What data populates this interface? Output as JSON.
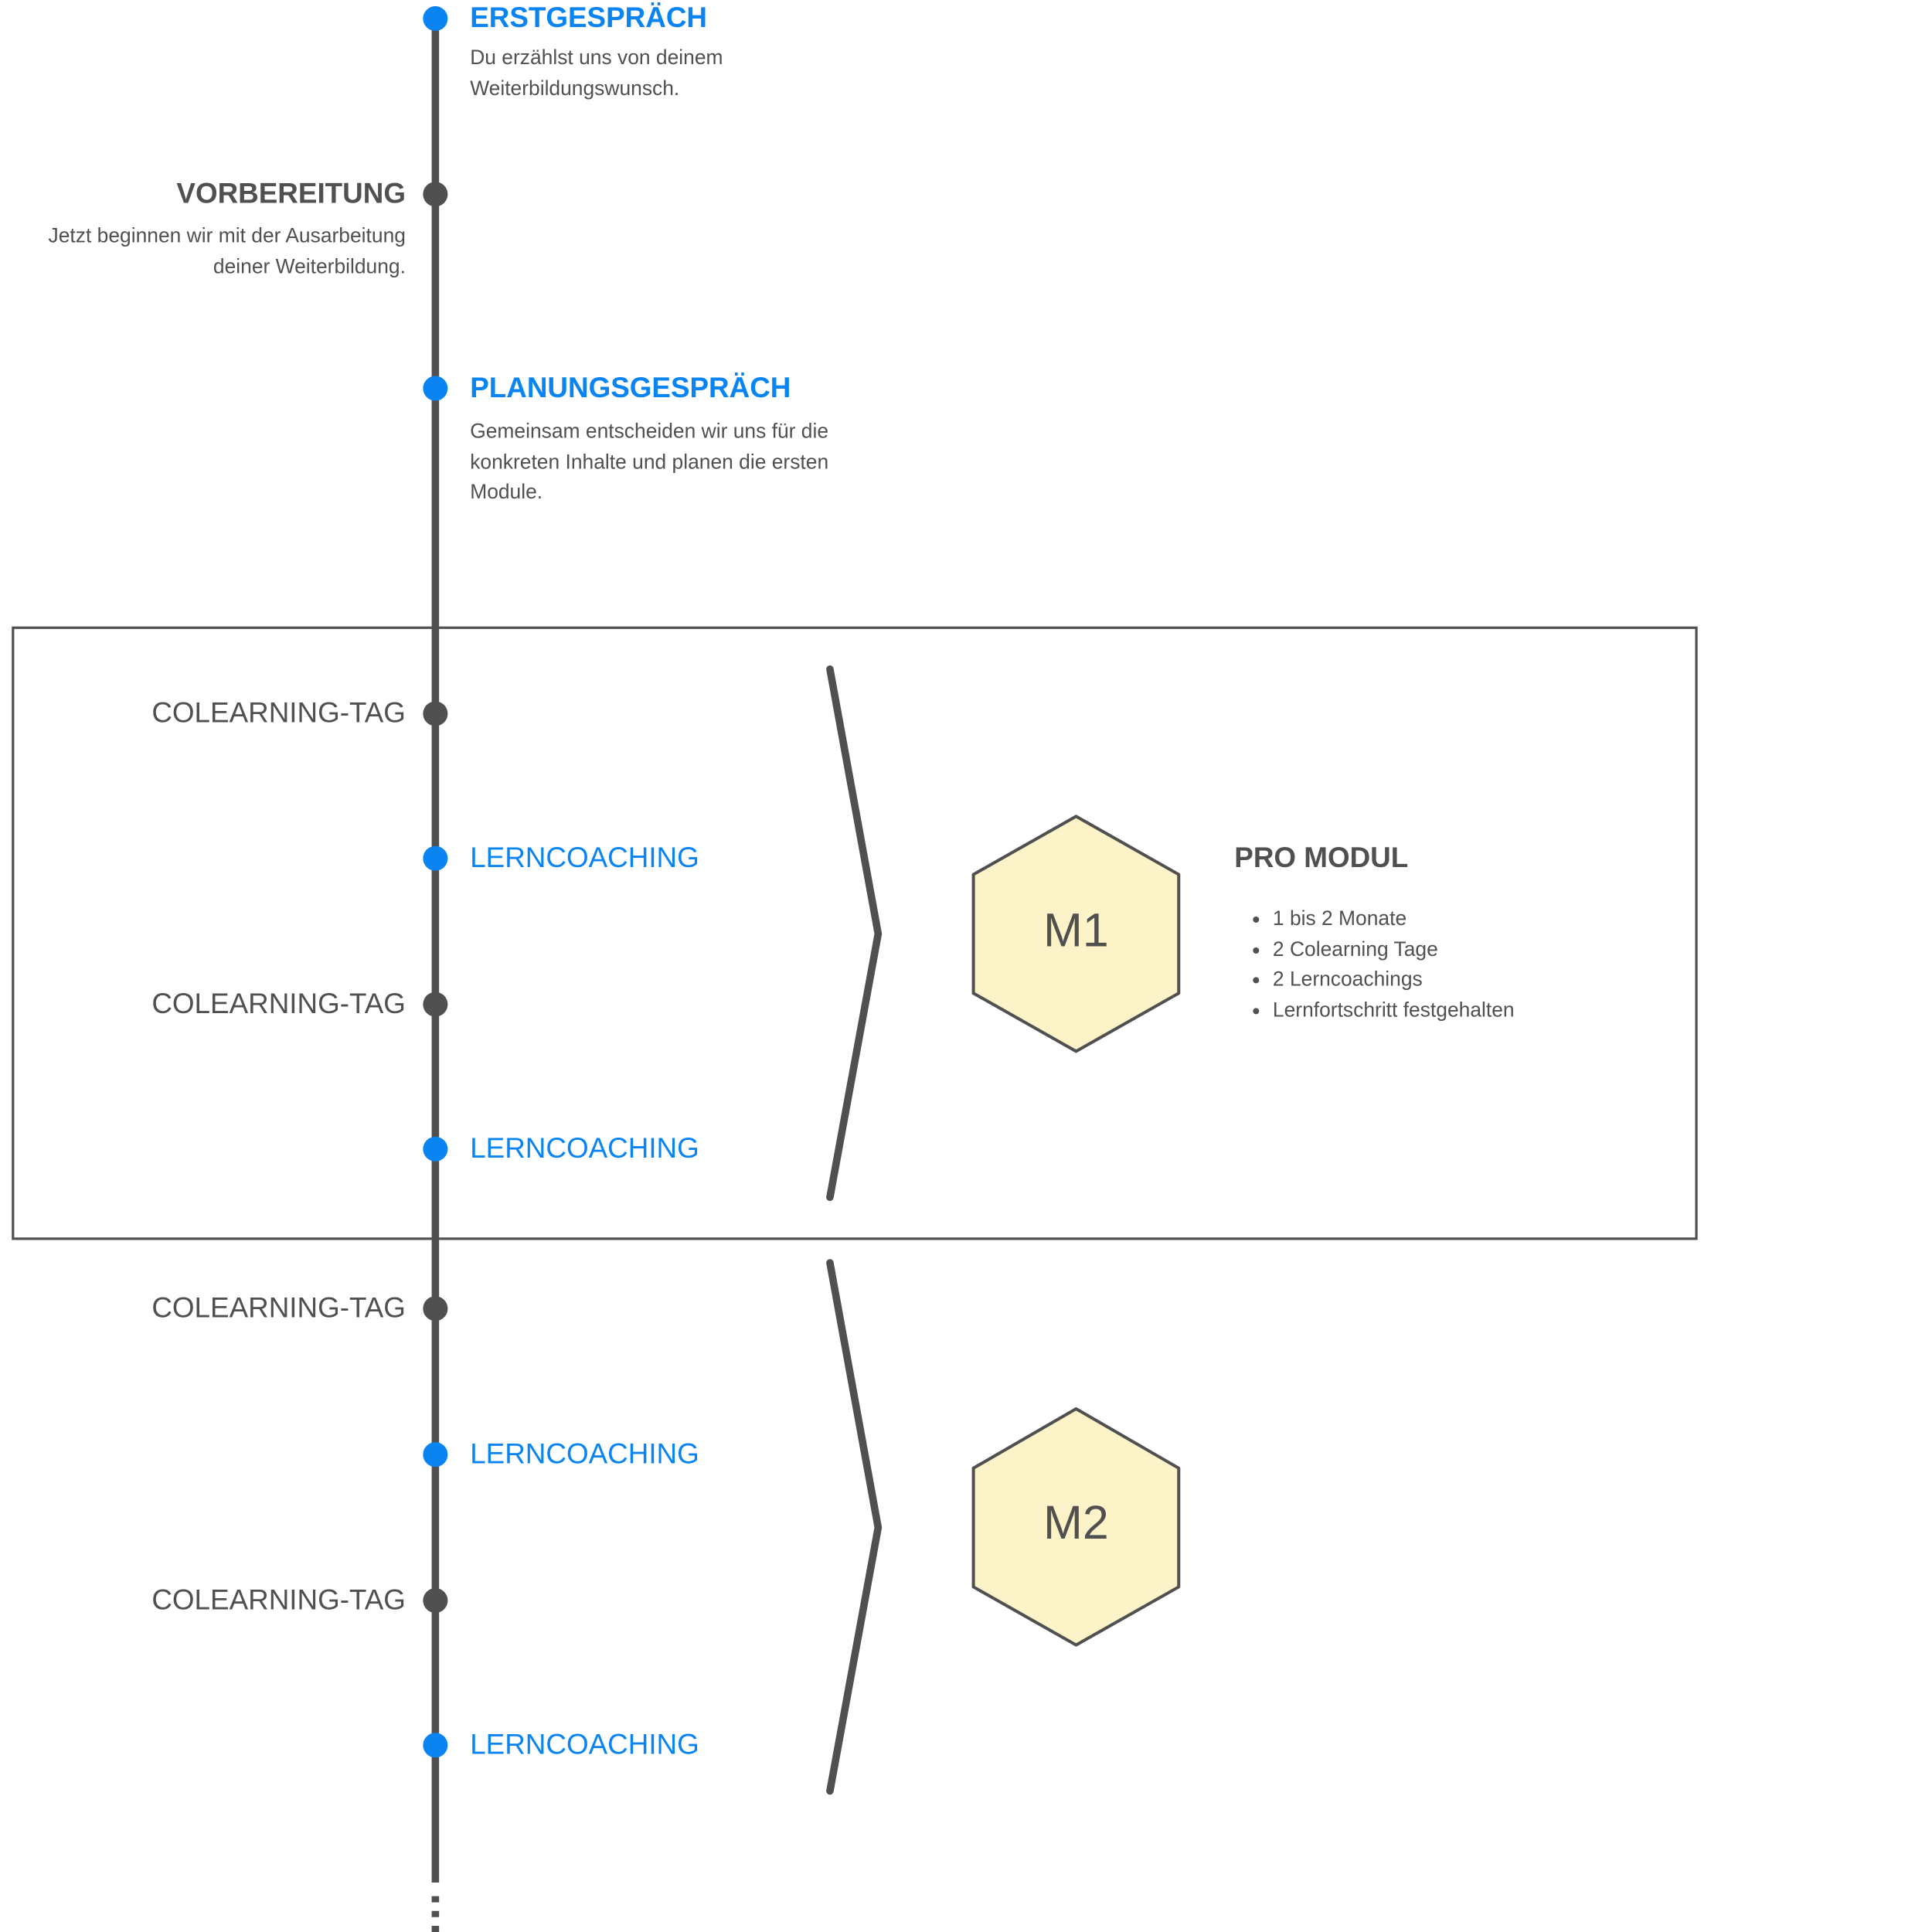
{
  "colors": {
    "accent_blue": "#0a84f0",
    "line_gray": "#505050",
    "hex_fill": "#fdf3c8"
  },
  "steps": {
    "erstgespraech": {
      "title": "ERSTGESPRÄCH",
      "desc_line1": "Du erzählst uns von deinem",
      "desc_line2": "Weiterbildungswunsch."
    },
    "vorbereitung": {
      "title": "VORBEREITUNG",
      "desc_line1": "Jetzt beginnen wir mit der Ausarbeitung",
      "desc_line2": "deiner Weiterbildung."
    },
    "planungsgespraech": {
      "title": "PLANUNGSGESPRÄCH",
      "desc_line1": "Gemeinsam entscheiden wir uns für die",
      "desc_line2": "konkreten Inhalte und planen die ersten",
      "desc_line3": "Module."
    }
  },
  "events": {
    "colearning": "COLEARNING-TAG",
    "lerncoaching": "LERNCOACHING"
  },
  "modules": [
    {
      "label": "M1"
    },
    {
      "label": "M2"
    }
  ],
  "pro_modul": {
    "title": "PRO MODUL",
    "items": [
      "1 bis 2 Monate",
      "2 Colearning Tage",
      "2 Lerncoachings",
      "Lernfortschritt festgehalten"
    ]
  },
  "icons": {
    "timeline_node": "circle",
    "module_shape": "hexagon",
    "bracket": "chevron-right"
  }
}
